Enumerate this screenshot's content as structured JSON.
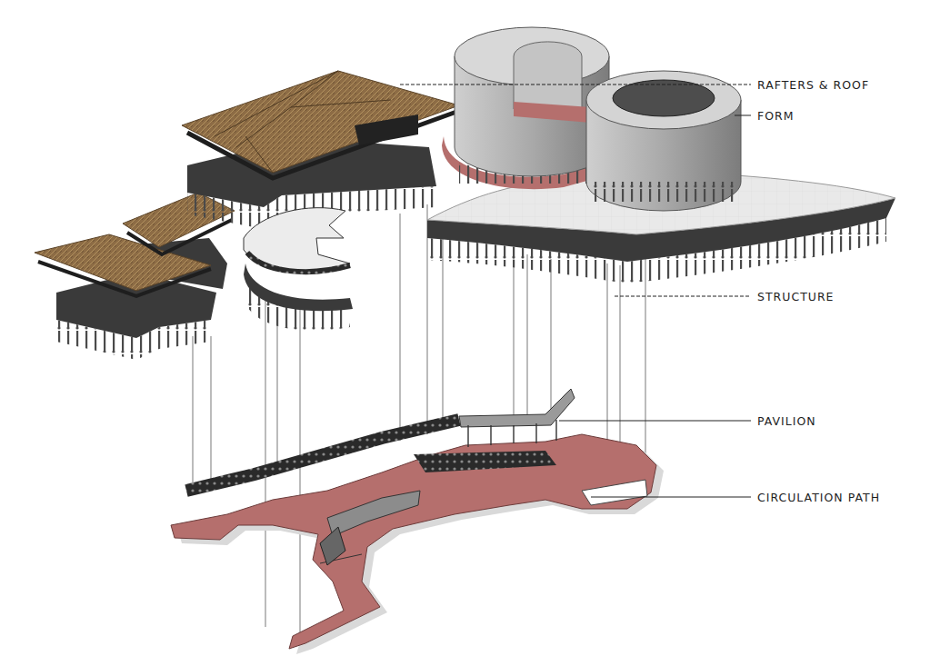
{
  "diagram": {
    "labels": [
      "RAFTERS & ROOF",
      "FORM",
      "STRUCTURE",
      "PAVILION",
      "CIRCULATION PATH"
    ]
  }
}
